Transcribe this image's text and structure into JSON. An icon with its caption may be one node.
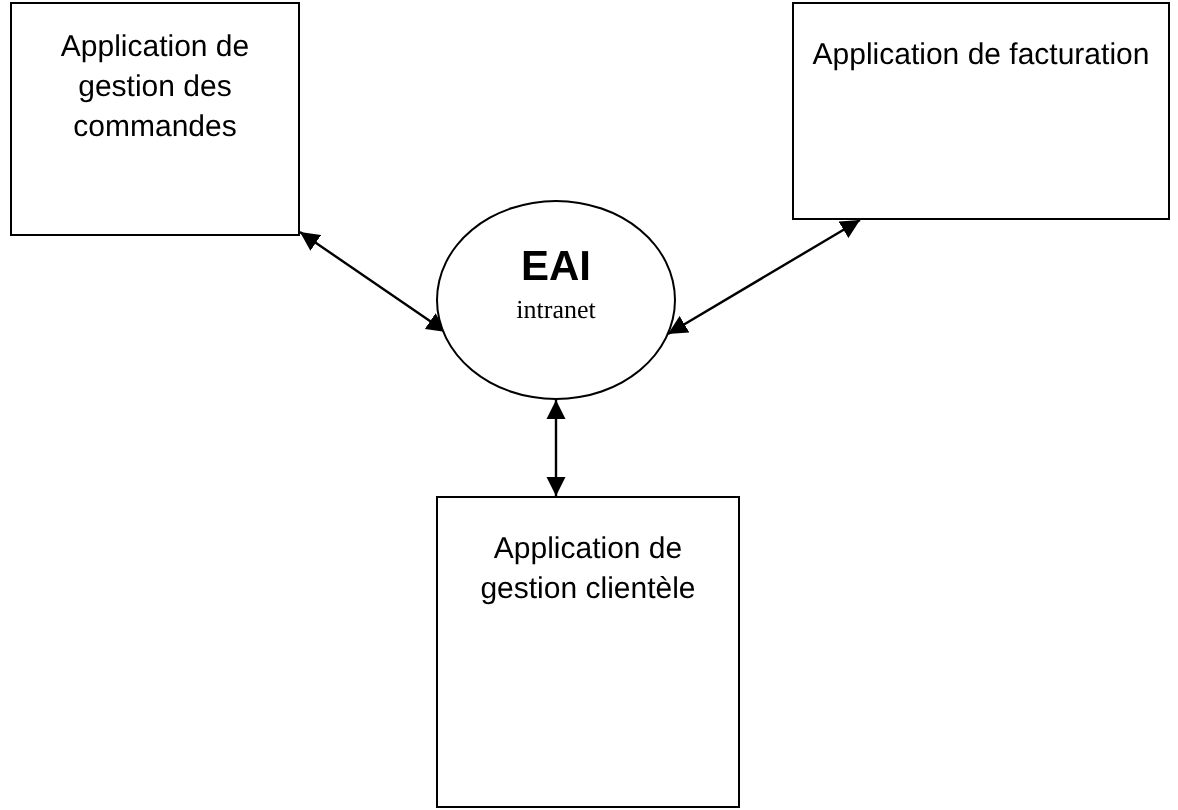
{
  "diagram": {
    "nodes": [
      {
        "text": [
          "Application de gestion des commandes"
        ]
      },
      {
        "text": [
          "Application de facturation"
        ]
      },
      {
        "text": [
          "EAI",
          "intranet"
        ]
      },
      {
        "text": [
          "Application de gestion clientèle"
        ]
      }
    ],
    "edges": [
      {
        "from": 0,
        "to": 2,
        "arrow": "both"
      },
      {
        "from": 1,
        "to": 2,
        "arrow": "both"
      },
      {
        "from": 2,
        "to": 3,
        "arrow": "both"
      }
    ]
  }
}
